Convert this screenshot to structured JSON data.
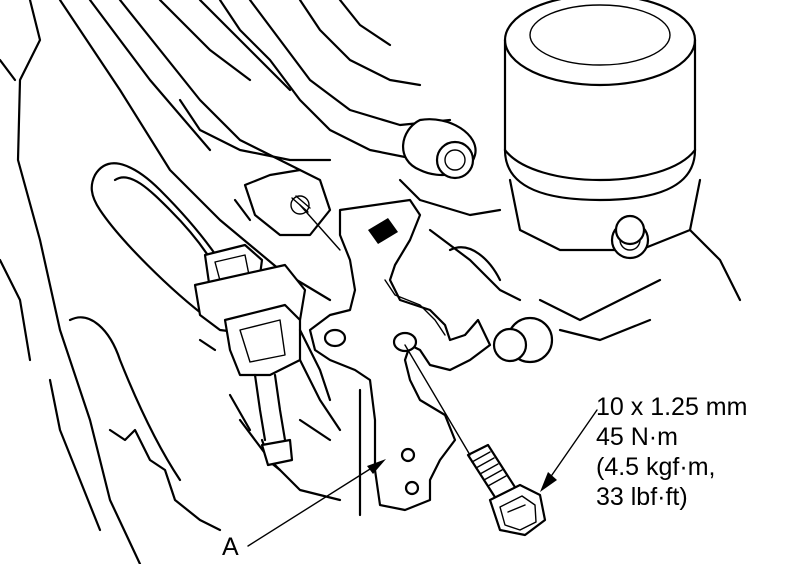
{
  "figure": {
    "bolt_spec": {
      "size": "10 x 1.25 mm",
      "torque_nm": "45 N·m",
      "torque_kgfm": "(4.5 kgf·m,",
      "torque_lbfft": "33 lbf·ft)"
    },
    "part_callout": "A",
    "line_color": "#000000",
    "background_color": "#ffffff"
  }
}
